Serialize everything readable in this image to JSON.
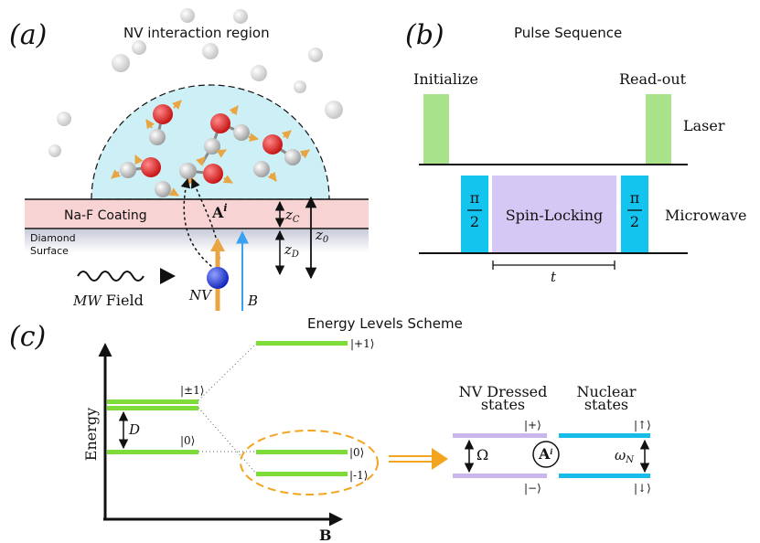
{
  "panel_a": {
    "label": "(a)",
    "title": "NV interaction region",
    "coating": "Na-F Coating",
    "diamond_line1": "Diamond",
    "diamond_line2": "Surface",
    "vector_A": "A",
    "vector_A_sup": "i",
    "zC": "zC",
    "zD": "zD",
    "z0": "z0",
    "mw_field_italic": "MW",
    "mw_field_rest": "Field",
    "nv_label": "NV",
    "b_label": "B",
    "colors": {
      "dome": "#cdf0f7",
      "coating": "#f8d3d3",
      "hydrogen": "#c9c9c9",
      "fluorine": "#dd1a1a",
      "nv": "#1f38d9",
      "spin": "#e8a542"
    }
  },
  "panel_b": {
    "label": "(b)",
    "title": "Pulse Sequence",
    "initialize": "Initialize",
    "readout": "Read-out",
    "laser": "Laser",
    "microwave": "Microwave",
    "pi": "π",
    "two": "2",
    "spin_locking": "Spin-Locking",
    "t_label": "t",
    "colors": {
      "laser_pulse": "#a8e28a",
      "pi2_pulse": "#13c4ef",
      "spin_lock": "#d6c8f4"
    }
  },
  "panel_c": {
    "label": "(c)",
    "title": "Energy Levels Scheme",
    "energy_axis": "Energy",
    "b_axis": "B",
    "D_label": "D",
    "ket_pm1": "|±1⟩",
    "ket_0": "|0⟩",
    "ket_p1": "|+1⟩",
    "ket_m1": "|-1⟩",
    "dressed_line1": "NV Dressed",
    "dressed_line2": "states",
    "nuclear_line1": "Nuclear",
    "nuclear_line2": "states",
    "ket_plus": "|+⟩",
    "ket_minus": "|−⟩",
    "ket_up": "|↑⟩",
    "ket_down": "|↓⟩",
    "omega": "Ω",
    "omega_N": "ωN",
    "colors": {
      "level": "#7ddc3a",
      "dressed": "#c9b6ec",
      "nuclear": "#17bde8",
      "ellipse": "#f3a51f"
    }
  }
}
